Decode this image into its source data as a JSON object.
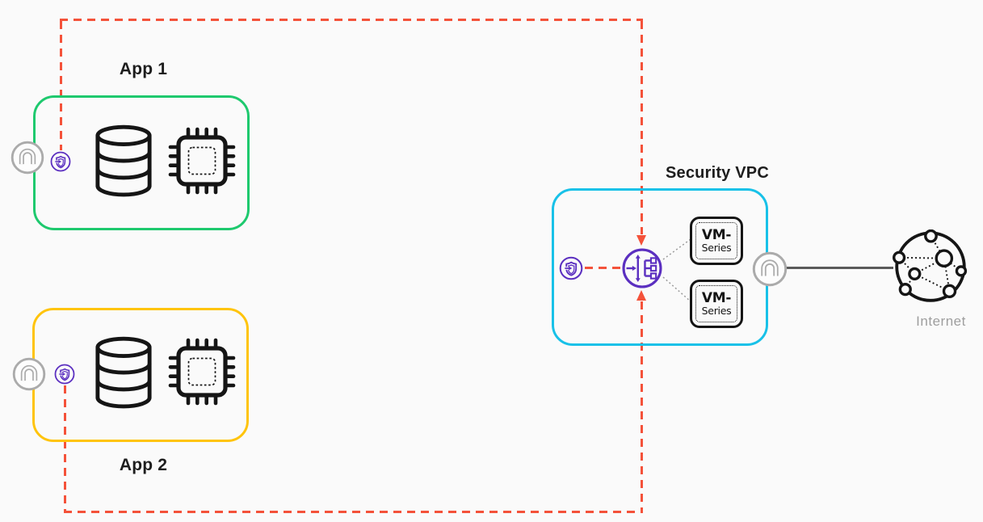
{
  "colors": {
    "background": "#fafafa",
    "app1_border": "#1ec96e",
    "app2_border": "#ffc40c",
    "security_vpc_border": "#18c1e8",
    "traffic_dash": "#f4523a",
    "endpoint_purple": "#5b2fc0",
    "icon_gray": "#ababab",
    "connector_gray": "#5a5a5a",
    "icon_ink": "#151515",
    "title_ink": "#1d1d1d",
    "internet_label_gray": "#9e9e9e"
  },
  "app1": {
    "title": "App 1"
  },
  "app2": {
    "title": "App 2"
  },
  "security_vpc": {
    "title": "Security VPC",
    "vm1": {
      "line1": "VM-",
      "line2": "Series"
    },
    "vm2": {
      "line1": "VM-",
      "line2": "Series"
    }
  },
  "internet": {
    "label": "Internet"
  },
  "icons": {
    "vpc_gateway": "arch-gateway-icon",
    "gwlb_endpoint": "shield-endpoint-icon",
    "database": "database-icon",
    "compute": "cpu-chip-icon",
    "load_balancer": "gateway-load-balancer-icon",
    "internet": "internet-globe-icon"
  }
}
